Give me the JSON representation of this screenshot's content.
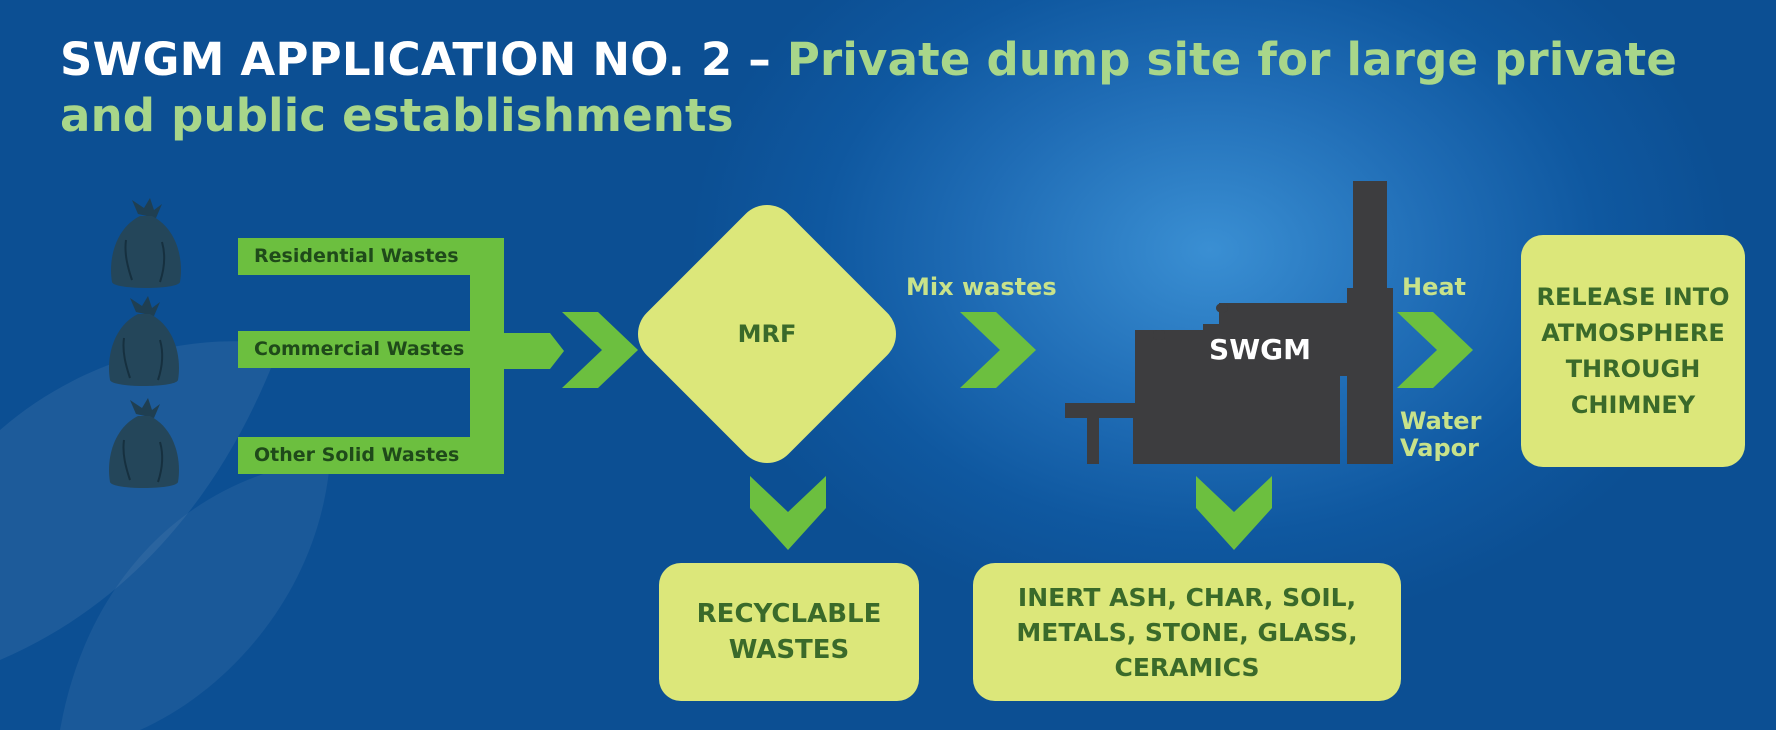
{
  "title": {
    "prefix": "SWGM APPLICATION NO. 2 – ",
    "highlight": "Private dump site for large private and public establishments"
  },
  "inputs": [
    {
      "label": "Residential Wastes",
      "icon": "garbage-bag-icon"
    },
    {
      "label": "Commercial Wastes",
      "icon": "garbage-bag-icon"
    },
    {
      "label": "Other Solid Wastes",
      "icon": "garbage-bag-icon"
    }
  ],
  "mrf": {
    "label": "MRF"
  },
  "mix_label": "Mix wastes",
  "swgm": {
    "label": "SWGM",
    "icon": "swgm-machine-icon"
  },
  "outputs": {
    "heat": "Heat",
    "water_vapor": "Water Vapor",
    "release": "RELEASE INTO ATMOSPHERE THROUGH CHIMNEY",
    "recyclable": "RECYCLABLE WASTES",
    "residue": "INERT ASH, CHAR, SOIL, METALS, STONE, GLASS, CERAMICS"
  },
  "colors": {
    "background": "#0f58a0",
    "arrow_green": "#6cbf3f",
    "box_fill": "#dce77a",
    "box_text": "#3a6a2a",
    "title_highlight": "#a8d68a",
    "machine": "#3d3d3f"
  }
}
